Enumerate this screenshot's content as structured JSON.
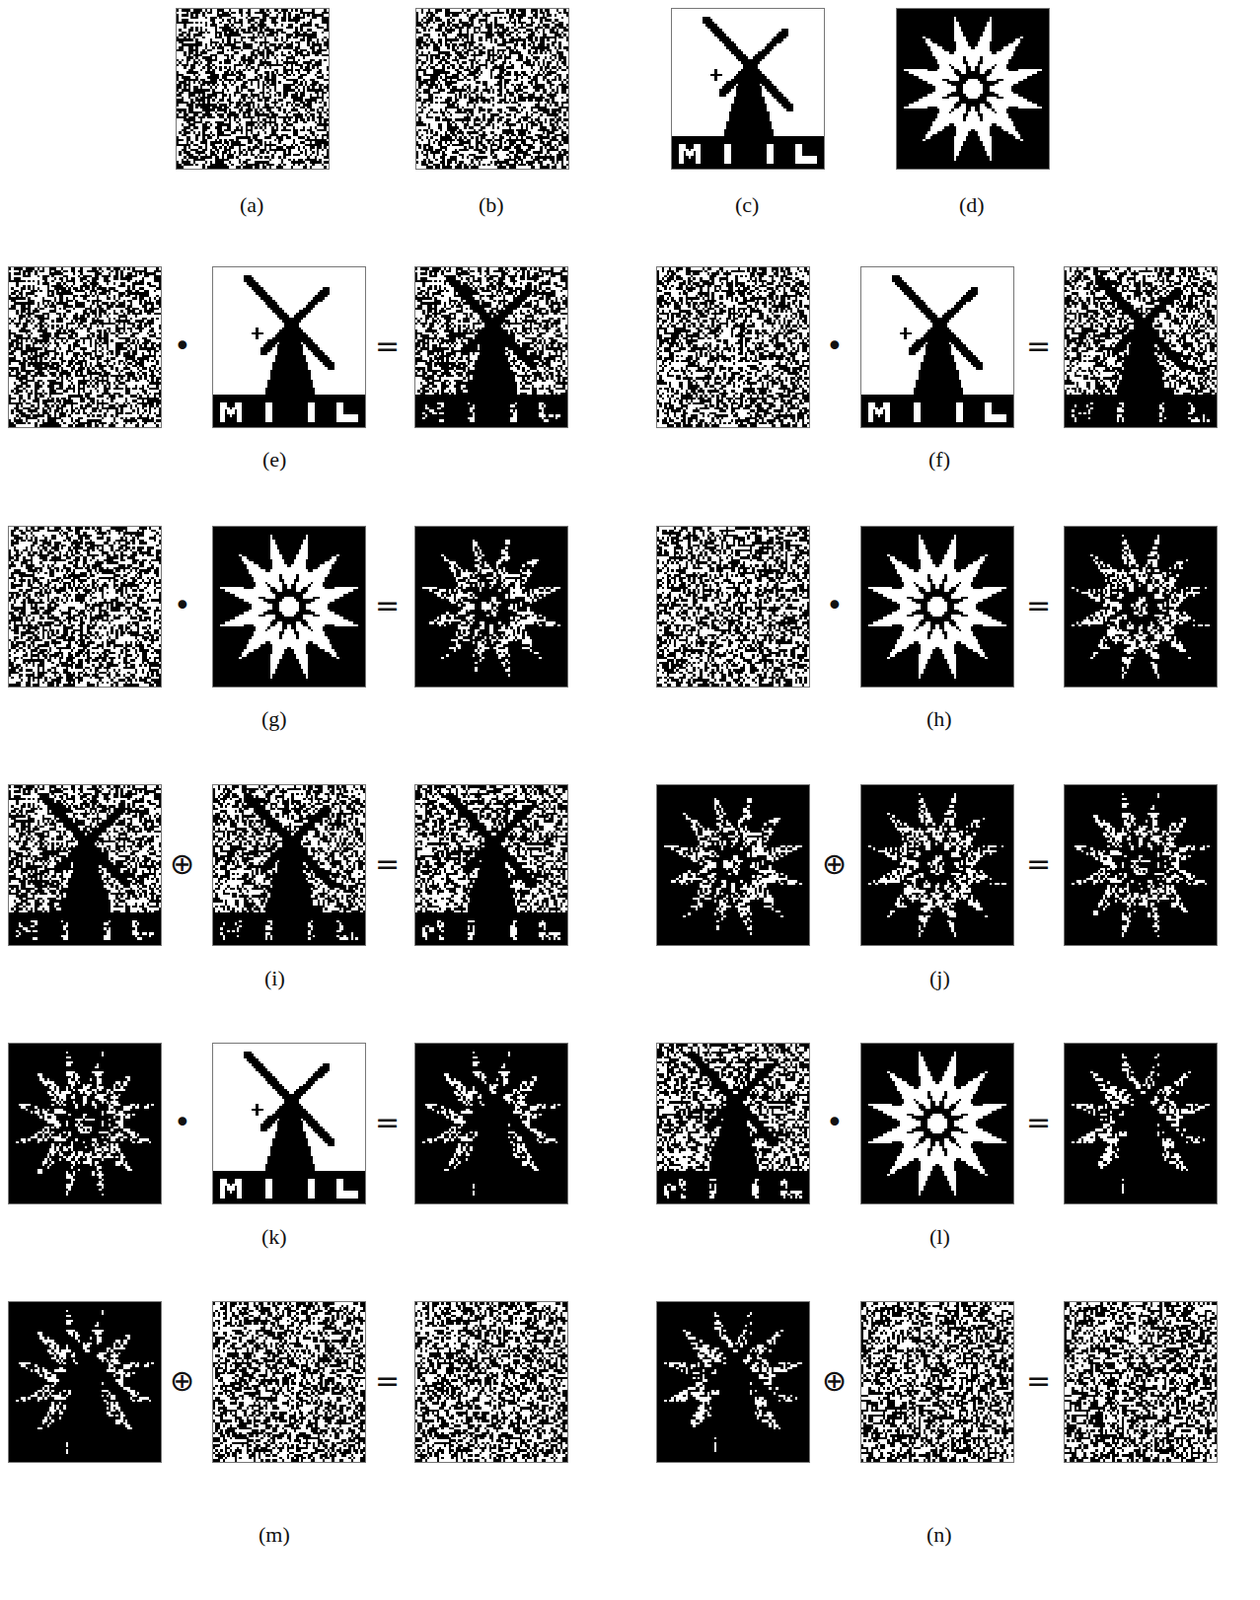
{
  "diagram": {
    "labels": [
      "(a)",
      "(b)",
      "(c)",
      "(d)",
      "•",
      "=",
      "•",
      "=",
      "(e)",
      "(f)",
      "•",
      "=",
      "•",
      "=",
      "(g)",
      "(h)",
      "⊕",
      "=",
      "⊕",
      "=",
      "(i)",
      "(j)",
      "•",
      "=",
      "•",
      "=",
      "(k)",
      "(l)",
      "⊕",
      "=",
      "⊕",
      "=",
      "(m)",
      "(n)"
    ]
  }
}
